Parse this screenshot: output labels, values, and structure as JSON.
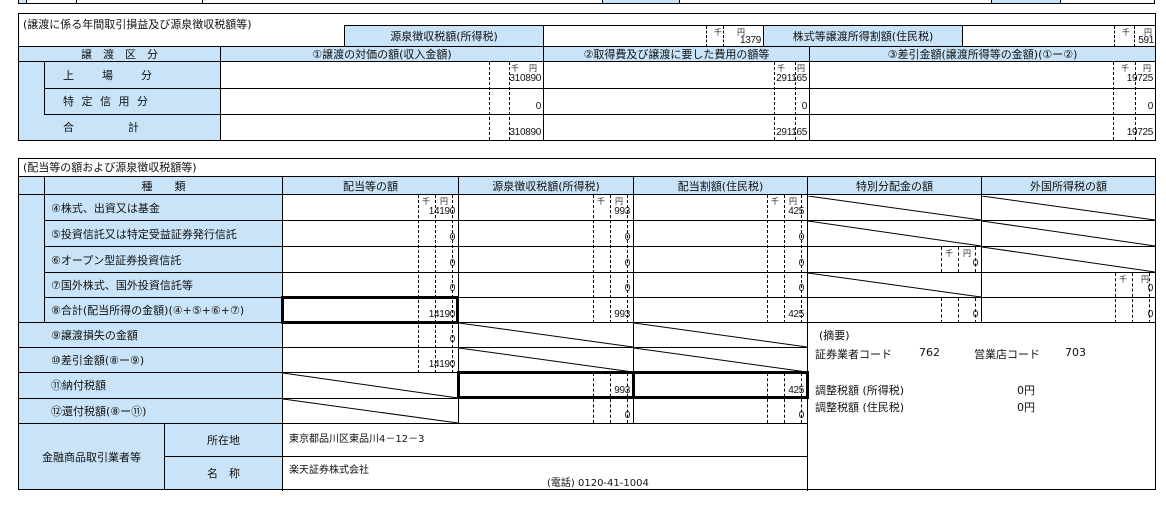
{
  "section1": {
    "title": "(譲渡に係る年間取引損益及び源泉徴収税額等)",
    "withholding_label": "源泉徴収税額(所得税)",
    "withholding_value": "1379",
    "withholding_units": {
      "thousand": "千",
      "yen": "円"
    },
    "resident_label": "株式等譲渡所得割額(住民税)",
    "resident_value": "591",
    "columns": {
      "category": "譲　渡　区　分",
      "proceeds": "①譲渡の対価の額(収入金額)",
      "cost": "②取得費及び譲渡に要した費用の額等",
      "net": "③差引金額(譲渡所得等の金額)(①ー②)"
    },
    "rows": [
      {
        "label": "上　　場　　分",
        "proceeds": "310890",
        "cost": "291165",
        "net": "19725"
      },
      {
        "label": "特 定 信 用 分",
        "proceeds": "0",
        "cost": "0",
        "net": "0"
      },
      {
        "label": "合　　　　計",
        "proceeds": "310890",
        "cost": "291165",
        "net": "19725"
      }
    ]
  },
  "section2": {
    "title": "(配当等の額および源泉徴収税額等)",
    "columns": {
      "type": "種　　類",
      "dividend": "配当等の額",
      "withholding": "源泉徴収税額(所得税)",
      "resident": "配当割額(住民税)",
      "special": "特別分配金の額",
      "foreign": "外国所得税の額"
    },
    "rows": [
      {
        "label": "④株式、出資又は基金",
        "dividend": "14190",
        "withholding": "993",
        "resident": "425",
        "special": null,
        "foreign": null
      },
      {
        "label": "⑤投資信託又は特定受益証券発行信託",
        "dividend": "0",
        "withholding": "0",
        "resident": "0",
        "special": null,
        "foreign": null
      },
      {
        "label": "⑥オープン型証券投資信託",
        "dividend": "0",
        "withholding": "0",
        "resident": "0",
        "special": "0",
        "foreign": null
      },
      {
        "label": "⑦国外株式、国外投資信託等",
        "dividend": "0",
        "withholding": "0",
        "resident": "0",
        "special": null,
        "foreign": "0"
      },
      {
        "label": "⑧合計(配当所得の金額)(④+⑤+⑥+⑦)",
        "dividend": "14190",
        "withholding": "993",
        "resident": "425",
        "special": "0",
        "foreign": "0"
      },
      {
        "label": "⑨譲渡損失の金額",
        "dividend": "0"
      },
      {
        "label": "⑩差引金額(⑧ー⑨)",
        "dividend": "14190"
      },
      {
        "label": "⑪納付税額",
        "withholding": "993",
        "resident": "425"
      },
      {
        "label": "⑫還付税額(⑧ー⑪)",
        "withholding": "0",
        "resident": "0"
      }
    ],
    "units": {
      "thousand": "千",
      "yen": "円"
    },
    "remarks": {
      "title": "(摘要)",
      "broker_code_label": "証券業者コード",
      "broker_code": "762",
      "branch_code_label": "営業店コード",
      "branch_code": "703",
      "adj_income_label": "調整税額 (所得税)",
      "adj_income_value": "0円",
      "adj_resident_label": "調整税額 (住民税)",
      "adj_resident_value": "0円"
    },
    "broker": {
      "group_label": "金融商品取引業者等",
      "address_label": "所在地",
      "address": "東京都品川区東品川4－12－3",
      "name_label": "名　称",
      "name": "楽天証券株式会社",
      "phone": "(電話) 0120-41-1004"
    }
  }
}
